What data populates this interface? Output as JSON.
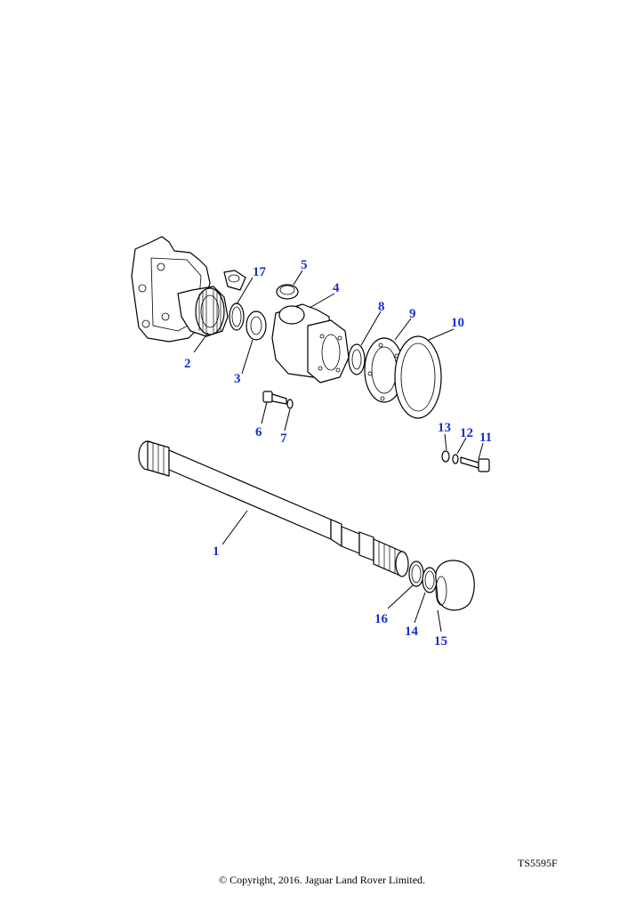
{
  "diagram": {
    "callouts": [
      "1",
      "2",
      "3",
      "4",
      "5",
      "6",
      "7",
      "8",
      "9",
      "10",
      "11",
      "12",
      "13",
      "14",
      "15",
      "16",
      "17"
    ],
    "reference_code": "TS5595F",
    "copyright": "© Copyright, 2016. Jaguar Land Rover Limited.",
    "callout_color": "#1a2fd0"
  }
}
